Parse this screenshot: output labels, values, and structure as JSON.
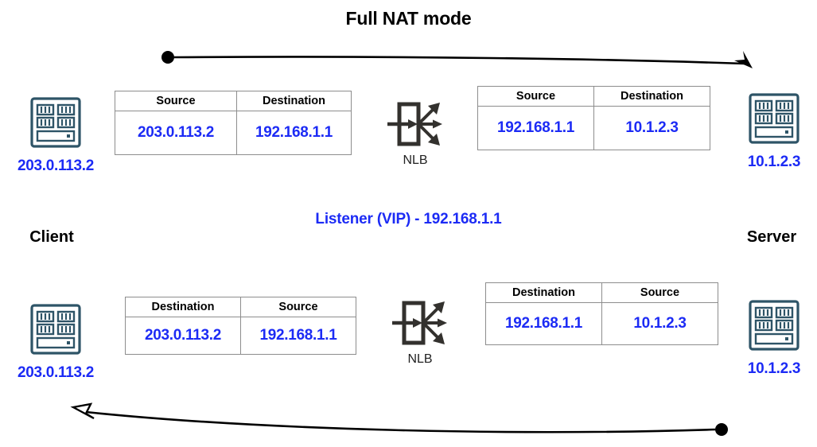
{
  "title": "Full NAT mode",
  "colors": {
    "accent_blue": "#1c2bf5",
    "icon_teal": "#2e5467",
    "nlb_dark": "#33312e",
    "table_border": "#8d8d8d",
    "text_black": "#000000",
    "background": "#ffffff"
  },
  "endpoints": {
    "client": {
      "label": "Client",
      "icon": "server-rack-icon",
      "ip_top": "203.0.113.2",
      "ip_bottom": "203.0.113.2"
    },
    "server": {
      "label": "Server",
      "icon": "server-rack-icon",
      "ip_top": "10.1.2.3",
      "ip_bottom": "10.1.2.3"
    }
  },
  "nlb": {
    "top_label": "NLB",
    "bottom_label": "NLB",
    "icon": "load-balancer-icon"
  },
  "listener": {
    "text": "Listener (VIP) - 192.168.1.1"
  },
  "flows": {
    "request": {
      "direction": "client-to-server",
      "start_marker": "dot",
      "end_marker": "filled-arrowhead",
      "tables": [
        {
          "name": "request-pre-nat",
          "headers": [
            "Source",
            "Destination"
          ],
          "values": [
            "203.0.113.2",
            "192.168.1.1"
          ]
        },
        {
          "name": "request-post-nat",
          "headers": [
            "Source",
            "Destination"
          ],
          "values": [
            "192.168.1.1",
            "10.1.2.3"
          ]
        }
      ]
    },
    "response": {
      "direction": "server-to-client",
      "start_marker": "dot",
      "end_marker": "open-arrowhead",
      "tables": [
        {
          "name": "response-post-nat",
          "headers": [
            "Destination",
            "Source"
          ],
          "values": [
            "203.0.113.2",
            "192.168.1.1"
          ]
        },
        {
          "name": "response-pre-nat",
          "headers": [
            "Destination",
            "Source"
          ],
          "values": [
            "192.168.1.1",
            "10.1.2.3"
          ]
        }
      ]
    }
  }
}
